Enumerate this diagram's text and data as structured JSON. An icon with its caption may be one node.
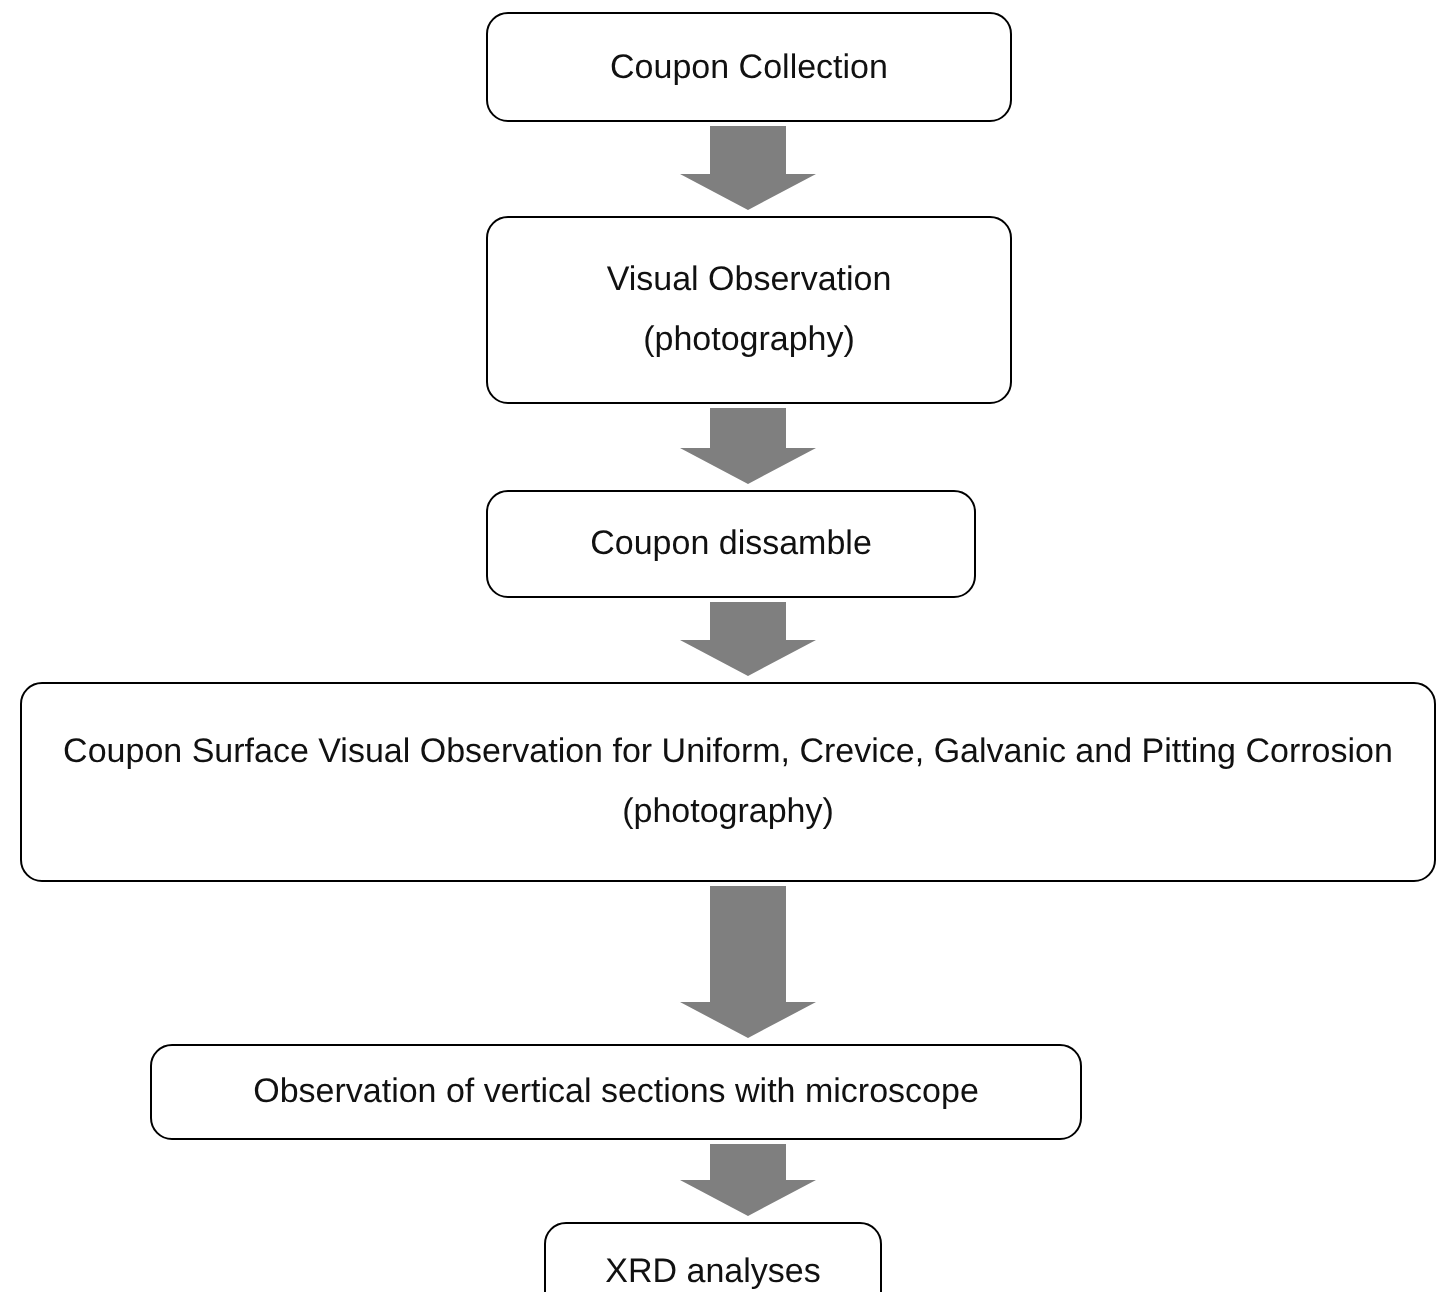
{
  "diagram": {
    "nodes": [
      {
        "text": [
          "Coupon Collection"
        ]
      },
      {
        "text": [
          "Visual Observation (photography)"
        ]
      },
      {
        "text": [
          "Coupon dissamble"
        ]
      },
      {
        "text": [
          "Coupon Surface Visual Observation for Uniform, Crevice, Galvanic and Pitting Corrosion (photography)"
        ]
      },
      {
        "text": [
          "Observation of vertical sections with microscope"
        ]
      },
      {
        "text": [
          "XRD analyses"
        ]
      }
    ],
    "edges": [
      {
        "from": 0,
        "to": 1,
        "arrow": "to"
      },
      {
        "from": 1,
        "to": 2,
        "arrow": "to"
      },
      {
        "from": 2,
        "to": 3,
        "arrow": "to"
      },
      {
        "from": 3,
        "to": 4,
        "arrow": "to"
      },
      {
        "from": 4,
        "to": 5,
        "arrow": "to"
      }
    ]
  }
}
